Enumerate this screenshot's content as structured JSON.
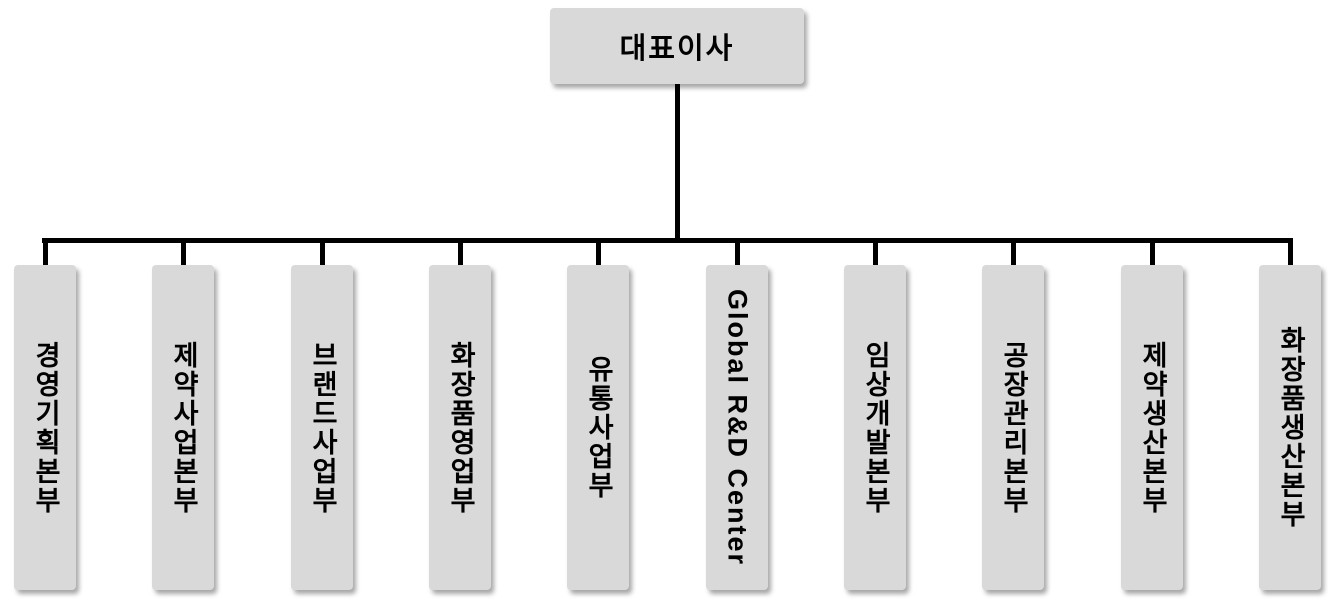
{
  "org": {
    "root": {
      "label": "대표이사"
    },
    "departments": [
      {
        "label": "경영기획본부"
      },
      {
        "label": "제약사업본부"
      },
      {
        "label": "브랜드사업부"
      },
      {
        "label": "화장품영업부"
      },
      {
        "label": "유통사업부"
      },
      {
        "label": "Global R&D Center"
      },
      {
        "label": "임상개발본부"
      },
      {
        "label": "공장관리본부"
      },
      {
        "label": "제약생산본부"
      },
      {
        "label": "화장품생산본부"
      }
    ]
  },
  "colors": {
    "box_fill": "#d9d9d9",
    "connector": "#000000",
    "text": "#000000",
    "background": "#ffffff"
  }
}
